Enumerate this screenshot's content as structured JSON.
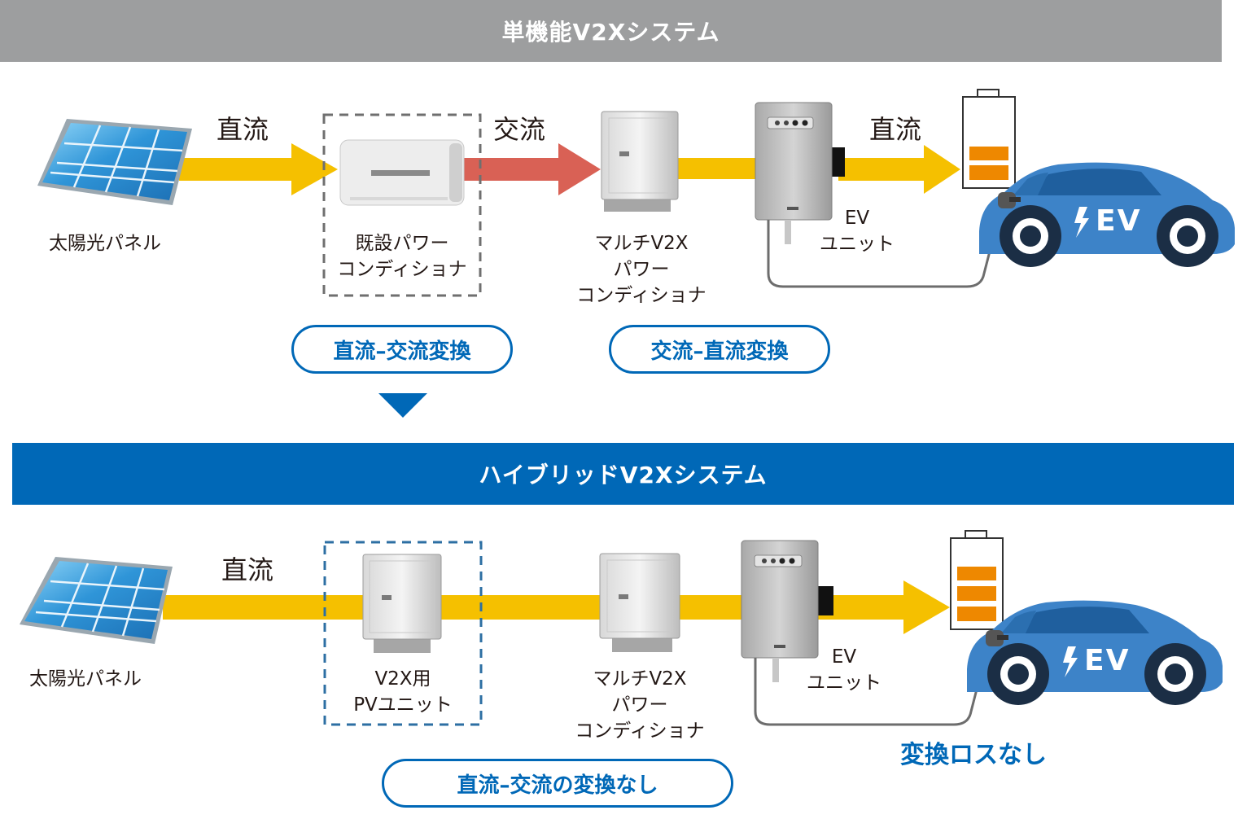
{
  "top": {
    "title": "単機能V2Xシステム",
    "solar_label": "太陽光パネル",
    "flow_dc_1": "直流",
    "flow_ac": "交流",
    "flow_dc_2": "直流",
    "existing_pcs_label_1": "既設パワー",
    "existing_pcs_label_2": "コンディショナ",
    "multi_pcs_label_1": "マルチV2X",
    "multi_pcs_label_2": "パワー",
    "multi_pcs_label_3": "コンディショナ",
    "ev_unit_label_1": "EV",
    "ev_unit_label_2": "ユニット",
    "pill_dc_ac": "直流–交流変換",
    "pill_ac_dc": "交流–直流変換",
    "car_text": "EV"
  },
  "bottom": {
    "title": "ハイブリッドV2Xシステム",
    "solar_label": "太陽光パネル",
    "flow_dc": "直流",
    "pv_unit_label_1": "V2X用",
    "pv_unit_label_2": "PVユニット",
    "multi_pcs_label_1": "マルチV2X",
    "multi_pcs_label_2": "パワー",
    "multi_pcs_label_3": "コンディショナ",
    "ev_unit_label_1": "EV",
    "ev_unit_label_2": "ユニット",
    "no_loss": "変換ロスなし",
    "pill_no_conversion": "直流–交流の変換なし",
    "car_text": "EV"
  },
  "colors": {
    "dc_arrow": "#f5c000",
    "ac_arrow": "#d96155",
    "accent": "#0068b7",
    "gray_band": "#9d9e9f",
    "battery_charge": "#ee8800",
    "car_body": "#3d83c8"
  }
}
